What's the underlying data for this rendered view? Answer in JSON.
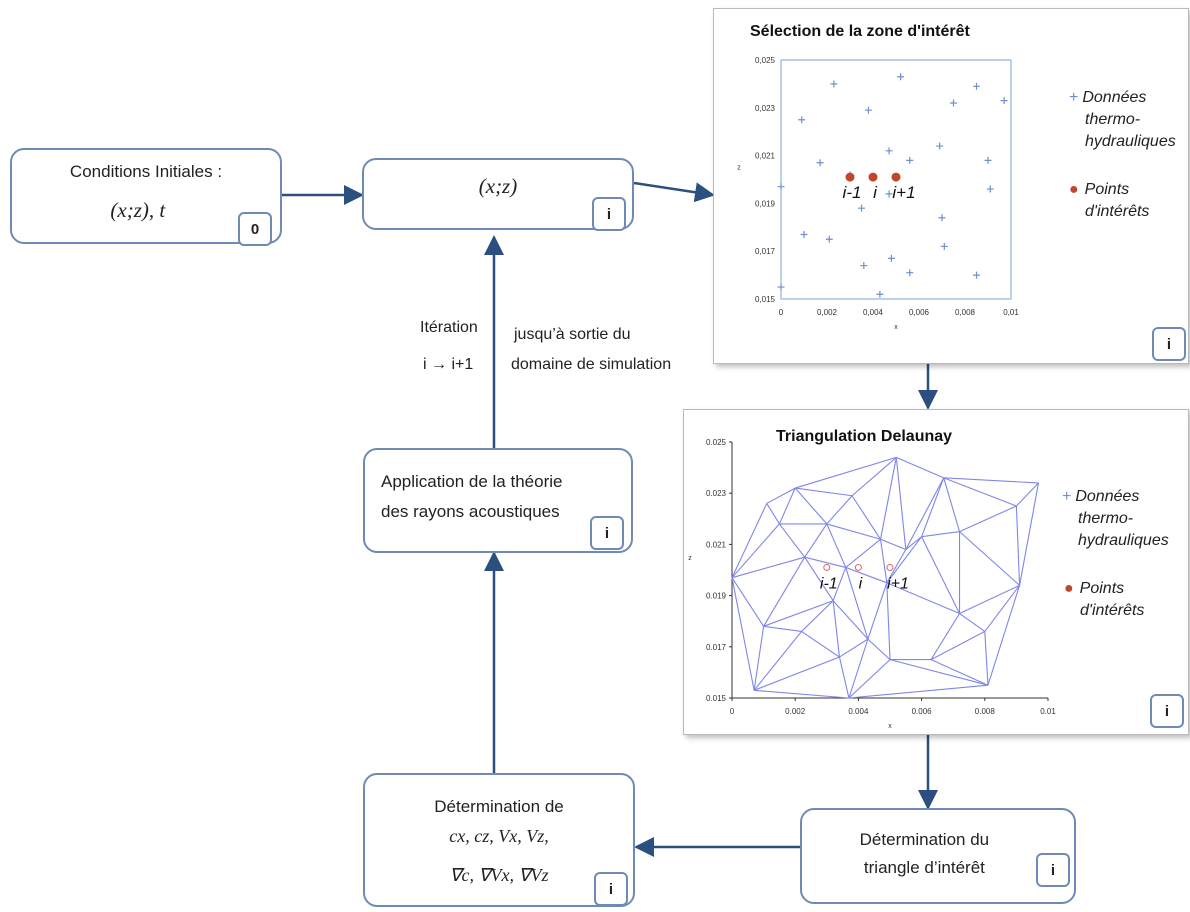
{
  "init": {
    "title": "Conditions Initiales :",
    "formula": "(x;z), t⃗",
    "tag": "0"
  },
  "pos": {
    "formula": "(x;z)",
    "tag": "i"
  },
  "selection": {
    "title": "Sélection de la zone d'intérêt",
    "xlabel": "x",
    "ylabel": "z",
    "xticks": [
      "0",
      "0,002",
      "0,004",
      "0,006",
      "0,008",
      "0,01"
    ],
    "yticks": [
      "0,025",
      "0,023",
      "0,021",
      "0,019",
      "0,017",
      "0,015"
    ],
    "legend_data": [
      "Données",
      "thermo-",
      "hydrauliques"
    ],
    "legend_points": [
      "Points",
      "d'intérêts"
    ],
    "point_labels": [
      "i-1",
      "i",
      "i+1"
    ],
    "tag": "i"
  },
  "delaunay": {
    "title": "Triangulation Delaunay",
    "xlabel": "x",
    "ylabel": "z",
    "xticks": [
      "0",
      "0.002",
      "0.004",
      "0.006",
      "0.008",
      "0.01"
    ],
    "yticks": [
      "0.025",
      "0.023",
      "0.021",
      "0.019",
      "0.017",
      "0.015"
    ],
    "legend_data": [
      "Données",
      "thermo-",
      "hydrauliques"
    ],
    "legend_points": [
      "Points",
      "d'intérêts"
    ],
    "point_labels": [
      "i-1",
      "i",
      "i+1"
    ],
    "tag": "i"
  },
  "iteration": {
    "label": "Itération",
    "step": "i → i+1",
    "until_1": "jusqu’à sortie du",
    "until_2": "domaine de simulation"
  },
  "rays": {
    "line1": "Application de la théorie",
    "line2": "des rayons acoustiques",
    "tag": "i"
  },
  "grad": {
    "title": "Détermination de",
    "line1": "cx, cz, Vx, Vz,",
    "line2": "∇c, ∇Vx, ∇Vz",
    "tag": "i"
  },
  "triangle": {
    "line1": "Détermination du",
    "line2": "triangle d’intérêt",
    "tag": "i"
  },
  "chart_data": [
    {
      "type": "scatter",
      "title": "Sélection de la zone d'intérêt",
      "xlabel": "x",
      "ylabel": "z",
      "xlim": [
        0,
        0.01
      ],
      "ylim": [
        0.015,
        0.025
      ],
      "series": [
        {
          "name": "Données thermo-hydrauliques",
          "color": "#6f8fd0",
          "points": [
            [
              0.0,
              0.0197
            ],
            [
              0.0,
              0.0155
            ],
            [
              0.0009,
              0.0225
            ],
            [
              0.001,
              0.0177
            ],
            [
              0.0017,
              0.0207
            ],
            [
              0.0021,
              0.0175
            ],
            [
              0.0023,
              0.024
            ],
            [
              0.003,
              0.0202
            ],
            [
              0.0035,
              0.0188
            ],
            [
              0.0036,
              0.0164
            ],
            [
              0.0038,
              0.0229
            ],
            [
              0.0043,
              0.0152
            ],
            [
              0.0047,
              0.0212
            ],
            [
              0.0047,
              0.0194
            ],
            [
              0.0048,
              0.0167
            ],
            [
              0.0052,
              0.0243
            ],
            [
              0.0056,
              0.0208
            ],
            [
              0.0056,
              0.0161
            ],
            [
              0.0069,
              0.0214
            ],
            [
              0.007,
              0.0184
            ],
            [
              0.0071,
              0.0172
            ],
            [
              0.0075,
              0.0232
            ],
            [
              0.0085,
              0.0239
            ],
            [
              0.0085,
              0.016
            ],
            [
              0.009,
              0.0208
            ],
            [
              0.0091,
              0.0196
            ],
            [
              0.0097,
              0.0233
            ]
          ]
        },
        {
          "name": "Points d'intérêts",
          "color": "#c0472a",
          "points": [
            [
              0.003,
              0.0201
            ],
            [
              0.004,
              0.0201
            ],
            [
              0.005,
              0.0201
            ]
          ]
        }
      ]
    },
    {
      "type": "scatter",
      "title": "Triangulation Delaunay",
      "xlabel": "x",
      "ylabel": "z",
      "xlim": [
        0,
        0.01
      ],
      "ylim": [
        0.015,
        0.025
      ],
      "series": [
        {
          "name": "Données thermo-hydrauliques",
          "color": "#7f86e8",
          "points": [
            [
              0.0,
              0.0197
            ],
            [
              0.0007,
              0.0153
            ],
            [
              0.001,
              0.0178
            ],
            [
              0.0011,
              0.0226
            ],
            [
              0.0015,
              0.0218
            ],
            [
              0.002,
              0.0232
            ],
            [
              0.0022,
              0.0176
            ],
            [
              0.0023,
              0.0205
            ],
            [
              0.003,
              0.0218
            ],
            [
              0.0032,
              0.0188
            ],
            [
              0.0034,
              0.0166
            ],
            [
              0.0036,
              0.0201
            ],
            [
              0.0037,
              0.015
            ],
            [
              0.0038,
              0.0229
            ],
            [
              0.0043,
              0.0173
            ],
            [
              0.0047,
              0.0212
            ],
            [
              0.0049,
              0.0195
            ],
            [
              0.005,
              0.0165
            ],
            [
              0.0052,
              0.0244
            ],
            [
              0.0055,
              0.0208
            ],
            [
              0.006,
              0.0213
            ],
            [
              0.0063,
              0.0165
            ],
            [
              0.0067,
              0.0236
            ],
            [
              0.0072,
              0.0215
            ],
            [
              0.0072,
              0.0183
            ],
            [
              0.008,
              0.0176
            ],
            [
              0.0081,
              0.0155
            ],
            [
              0.009,
              0.0225
            ],
            [
              0.0091,
              0.0194
            ],
            [
              0.0097,
              0.0234
            ]
          ]
        },
        {
          "name": "Points d'intérêts",
          "color": "#e06060",
          "points": [
            [
              0.003,
              0.0201
            ],
            [
              0.004,
              0.0201
            ],
            [
              0.005,
              0.0201
            ]
          ]
        }
      ],
      "edges": [
        [
          0,
          1
        ],
        [
          0,
          2
        ],
        [
          0,
          3
        ],
        [
          0,
          4
        ],
        [
          0,
          7
        ],
        [
          1,
          2
        ],
        [
          1,
          6
        ],
        [
          1,
          10
        ],
        [
          1,
          12
        ],
        [
          2,
          6
        ],
        [
          2,
          7
        ],
        [
          2,
          9
        ],
        [
          3,
          4
        ],
        [
          3,
          5
        ],
        [
          4,
          5
        ],
        [
          4,
          7
        ],
        [
          4,
          8
        ],
        [
          5,
          8
        ],
        [
          5,
          13
        ],
        [
          5,
          18
        ],
        [
          6,
          9
        ],
        [
          6,
          10
        ],
        [
          7,
          8
        ],
        [
          7,
          9
        ],
        [
          7,
          11
        ],
        [
          8,
          11
        ],
        [
          8,
          13
        ],
        [
          8,
          15
        ],
        [
          9,
          10
        ],
        [
          9,
          11
        ],
        [
          9,
          14
        ],
        [
          10,
          12
        ],
        [
          10,
          14
        ],
        [
          11,
          14
        ],
        [
          11,
          15
        ],
        [
          11,
          16
        ],
        [
          12,
          14
        ],
        [
          12,
          17
        ],
        [
          12,
          26
        ],
        [
          13,
          15
        ],
        [
          13,
          18
        ],
        [
          14,
          16
        ],
        [
          14,
          17
        ],
        [
          15,
          16
        ],
        [
          15,
          18
        ],
        [
          15,
          19
        ],
        [
          16,
          17
        ],
        [
          16,
          19
        ],
        [
          16,
          20
        ],
        [
          16,
          24
        ],
        [
          17,
          21
        ],
        [
          17,
          26
        ],
        [
          18,
          19
        ],
        [
          18,
          22
        ],
        [
          19,
          20
        ],
        [
          19,
          22
        ],
        [
          20,
          22
        ],
        [
          20,
          23
        ],
        [
          20,
          24
        ],
        [
          21,
          24
        ],
        [
          21,
          25
        ],
        [
          21,
          26
        ],
        [
          22,
          23
        ],
        [
          22,
          27
        ],
        [
          22,
          29
        ],
        [
          23,
          24
        ],
        [
          23,
          27
        ],
        [
          23,
          28
        ],
        [
          24,
          25
        ],
        [
          24,
          28
        ],
        [
          25,
          26
        ],
        [
          25,
          28
        ],
        [
          26,
          28
        ],
        [
          27,
          28
        ],
        [
          27,
          29
        ],
        [
          28,
          29
        ]
      ]
    }
  ]
}
